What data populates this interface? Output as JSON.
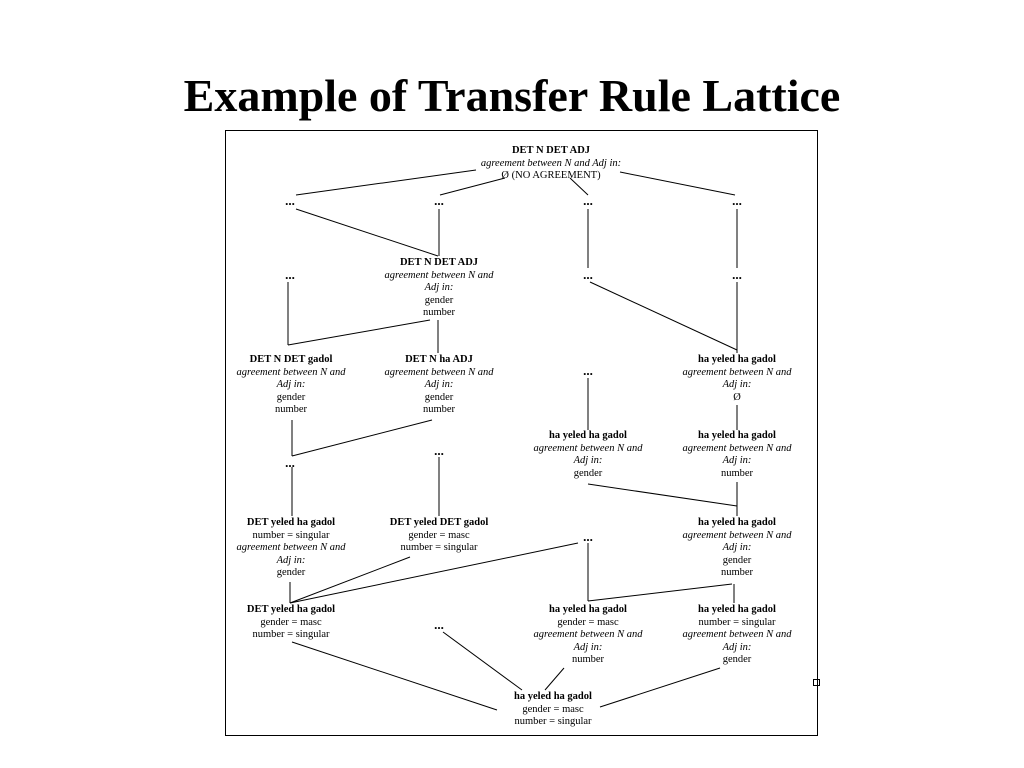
{
  "slide": {
    "title": "Example of Transfer Rule Lattice"
  },
  "ellipsis": "...",
  "nodes": {
    "root": [
      "DET N DET ADJ",
      "agreement between N and Adj in:",
      "Ø (NO AGREEMENT)"
    ],
    "n_l2": [
      "DET N DET ADJ",
      "agreement between N and",
      "Adj in:",
      "gender",
      "number"
    ],
    "n_a": [
      "DET N DET gadol",
      "agreement  between N and",
      "Adj in:",
      "gender",
      "number"
    ],
    "n_b": [
      "DET N ha ADJ",
      "agreement  between N and",
      "Adj in:",
      "gender",
      "number"
    ],
    "n_c": [
      "ha yeled ha gadol",
      "agreement between N and",
      "Adj in:",
      "Ø"
    ],
    "n_d": [
      "ha yeled ha gadol",
      "agreement between N and",
      "Adj in:",
      "gender"
    ],
    "n_e": [
      "ha yeled ha gadol",
      "agreement between N and",
      "Adj in:",
      "number"
    ],
    "n_f": [
      "DET yeled ha gadol",
      "number = singular",
      "agreement between N and",
      "Adj in:",
      "gender"
    ],
    "n_g": [
      "DET yeled DET gadol",
      "gender = masc",
      "number = singular"
    ],
    "n_h": [
      "ha yeled ha gadol",
      "agreement between N and",
      "Adj in:",
      "gender",
      "number"
    ],
    "n_i": [
      "DET yeled ha gadol",
      "gender = masc",
      "number = singular"
    ],
    "n_j": [
      "ha yeled ha gadol",
      "gender = masc",
      "agreement between N and",
      "Adj in:",
      "number"
    ],
    "n_k": [
      "ha yeled ha gadol",
      "number = singular",
      "agreement between N and",
      "Adj  in:",
      "gender"
    ],
    "bottom": [
      "ha yeled ha gadol",
      "gender = masc",
      "number = singular"
    ]
  }
}
